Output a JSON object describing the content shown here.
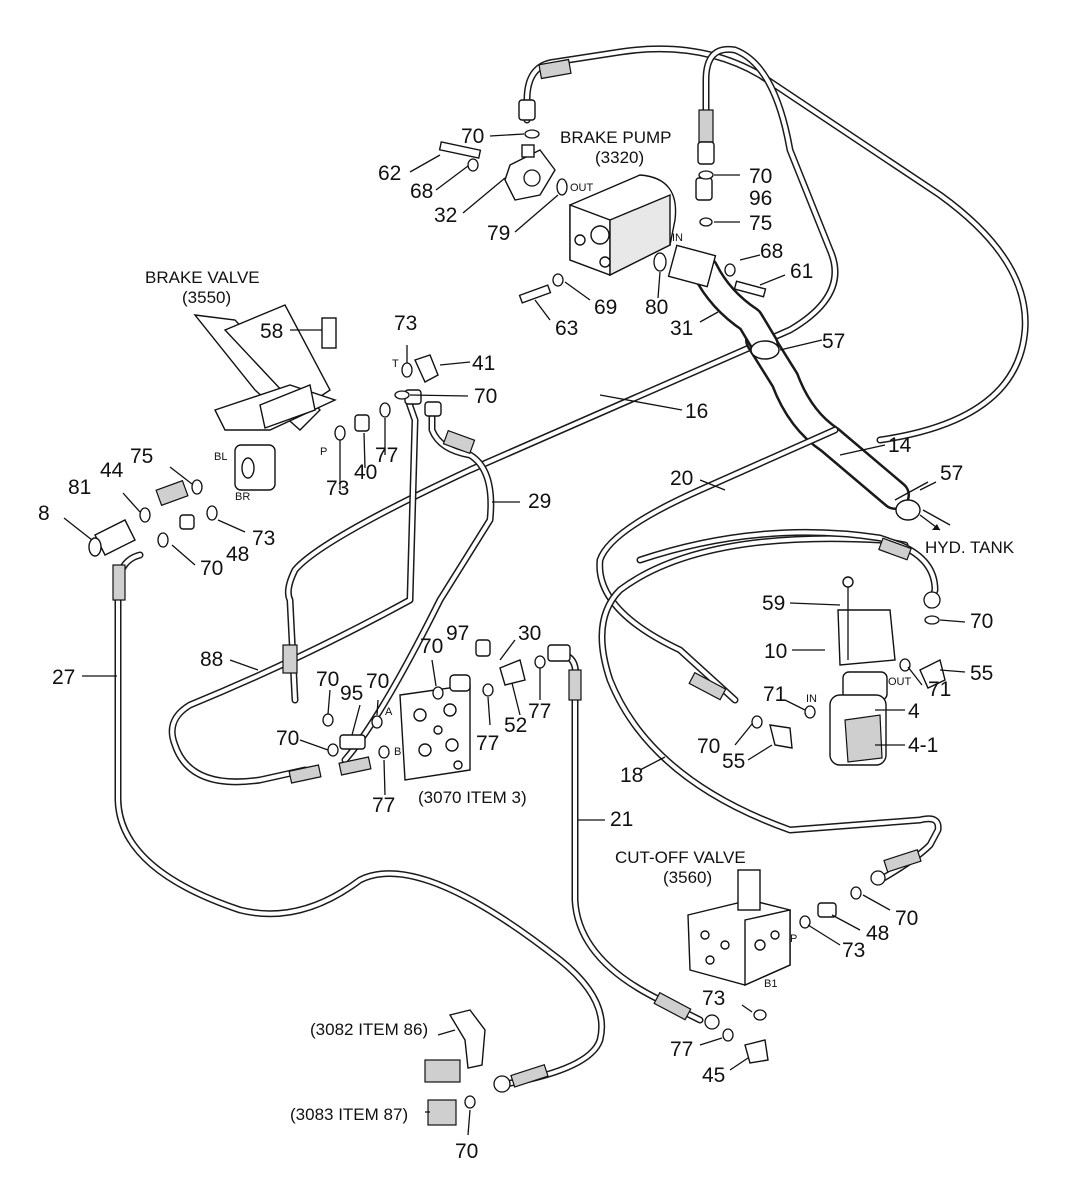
{
  "labels": {
    "brake_pump": "BRAKE PUMP",
    "brake_pump_ref": "(3320)",
    "brake_valve": "BRAKE VALVE",
    "brake_valve_ref": "(3550)",
    "hyd_tank": "HYD. TANK",
    "item_3070": "(3070 ITEM 3)",
    "cutoff_valve": "CUT-OFF VALVE",
    "cutoff_valve_ref": "(3560)",
    "item_3082": "(3082 ITEM 86)",
    "item_3083": "(3083 ITEM 87)"
  },
  "ports": {
    "out": "OUT",
    "in": "IN",
    "t": "T",
    "p": "P",
    "bl": "BL",
    "br": "BR",
    "a": "A",
    "b": "B",
    "in2": "IN",
    "out2": "OUT",
    "p2": "P",
    "b1": "B1"
  },
  "parts": {
    "n70_top": "70",
    "n62": "62",
    "n68_left": "68",
    "n32": "32",
    "n79": "79",
    "n70_r1": "70",
    "n96": "96",
    "n75_top": "75",
    "n68_right": "68",
    "n61": "61",
    "n63": "63",
    "n69": "69",
    "n80": "80",
    "n31": "31",
    "n57_top": "57",
    "n58": "58",
    "n73_top": "73",
    "n41": "41",
    "n70_v": "70",
    "n16": "16",
    "n14": "14",
    "n57_r": "57",
    "n20": "20",
    "n75_l": "75",
    "n44": "44",
    "n81": "81",
    "n8": "8",
    "n73_p": "73",
    "n40": "40",
    "n77_top": "77",
    "n73_br": "73",
    "n48_l": "48",
    "n70_l": "70",
    "n29": "29",
    "n59": "59",
    "n70_fr": "70",
    "n10": "10",
    "n55_r": "55",
    "n71_r": "71",
    "n71_l": "71",
    "n4": "4",
    "n41_1": "4-1",
    "n70_fl": "70",
    "n55_l": "55",
    "n27": "27",
    "n88": "88",
    "n70_m1": "70",
    "n97": "97",
    "n30": "30",
    "n70_m2": "70",
    "n95": "95",
    "n70_m3": "70",
    "n52": "52",
    "n77_m1": "77",
    "n77_m2": "77",
    "n70_m4": "70",
    "n77_m3": "77",
    "n18": "18",
    "n21": "21",
    "n70_c": "70",
    "n48_c": "48",
    "n73_c1": "73",
    "n73_c2": "73",
    "n77_c": "77",
    "n45": "45",
    "n70_bot": "70"
  }
}
